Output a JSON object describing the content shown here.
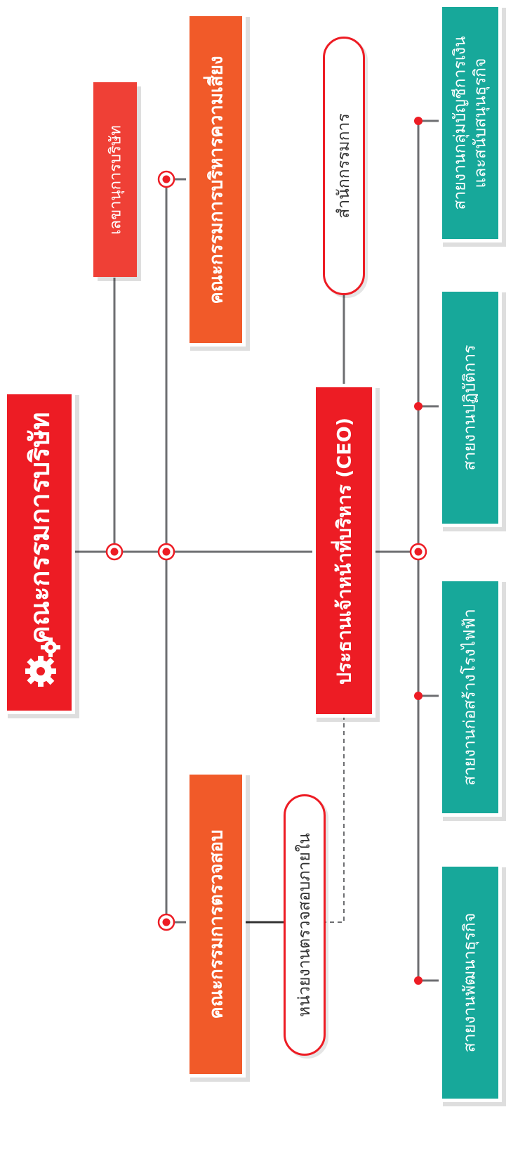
{
  "board": {
    "title": "คณะกรรมการบริษัท",
    "icon": "gears-icon"
  },
  "company_secretary": {
    "label": "เลขานุการบริษัท"
  },
  "risk_committee": {
    "label": "คณะกรรมการบริหารความเสี่ยง"
  },
  "board_office": {
    "label": "สำนักกรรมการ"
  },
  "ceo": {
    "label": "ประธานเจ้าหน้าที่บริหาร (CEO)"
  },
  "audit_committee": {
    "label": "คณะกรรมการตรวจสอบ"
  },
  "internal_audit": {
    "label": "หน่วยงานตรวจสอบภายใน"
  },
  "divisions": [
    {
      "lines": [
        "สายงานกลุ่มบัญชีการเงิน",
        "และสนับสนุนธุรกิจ"
      ]
    },
    {
      "lines": [
        "สายงานปฏิบัติการ"
      ]
    },
    {
      "lines": [
        "สายงานก่อสร้างโรงไฟฟ้า"
      ]
    },
    {
      "lines": [
        "สายงานพัฒนาธุรกิจ"
      ]
    }
  ],
  "colors": {
    "red": "#ed1c24",
    "orange": "#f15a29",
    "teal": "#17a89a",
    "line": "#6d6e71"
  }
}
